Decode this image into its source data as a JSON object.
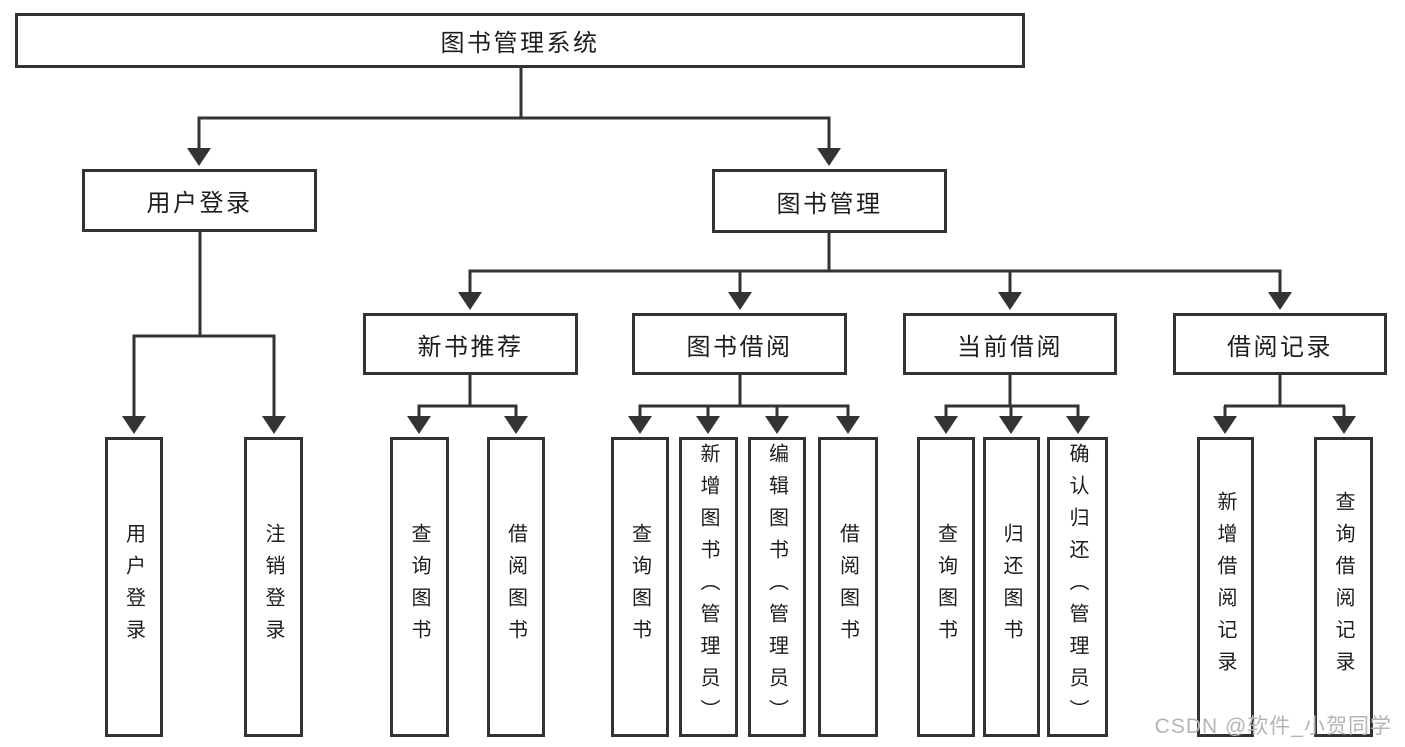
{
  "tree": {
    "label": "图书管理系统",
    "children": [
      {
        "label": "用户登录",
        "children": [
          {
            "label": "用户登录"
          },
          {
            "label": "注销登录"
          }
        ]
      },
      {
        "label": "图书管理",
        "children": [
          {
            "label": "新书推荐",
            "children": [
              {
                "label": "查询图书"
              },
              {
                "label": "借阅图书"
              }
            ]
          },
          {
            "label": "图书借阅",
            "children": [
              {
                "label": "查询图书"
              },
              {
                "label": "新增图书（管理员）"
              },
              {
                "label": "编辑图书（管理员）"
              },
              {
                "label": "借阅图书"
              }
            ]
          },
          {
            "label": "当前借阅",
            "children": [
              {
                "label": "查询图书"
              },
              {
                "label": "归还图书"
              },
              {
                "label": "确认归还（管理员）"
              }
            ]
          },
          {
            "label": "借阅记录",
            "children": [
              {
                "label": "新增借阅记录"
              },
              {
                "label": "查询借阅记录"
              }
            ]
          }
        ]
      }
    ]
  },
  "watermark": "CSDN @软件_小贺同学",
  "colors": {
    "line": "#333333",
    "text": "#1d1d1d",
    "watermark": "#b5b5b5",
    "background": "#ffffff"
  }
}
